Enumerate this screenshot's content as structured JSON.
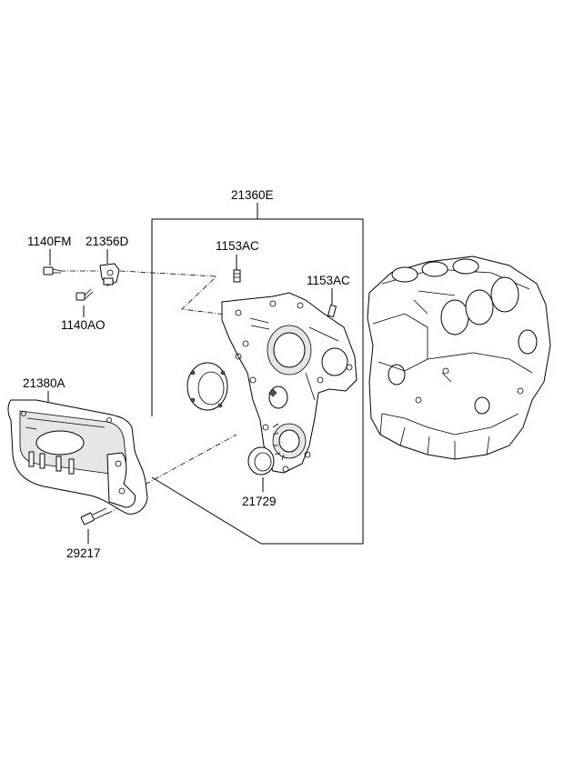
{
  "part_labels": {
    "cover_assembly": "21360E",
    "bolt_left": "1140FM",
    "bracket": "21356D",
    "bolt_lower": "1140AO",
    "pin_upper": "1153AC",
    "pin_right": "1153AC",
    "timing_belt_cover": "21380A",
    "oil_seal": "21729",
    "cover_bolt": "29217"
  }
}
